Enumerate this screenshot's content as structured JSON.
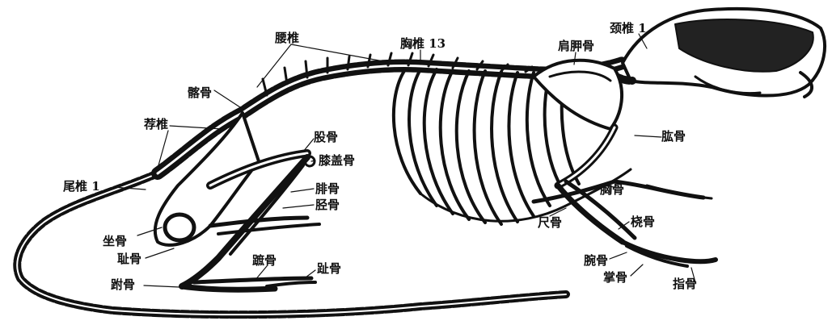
{
  "labels": {
    "lumbar": "腰椎",
    "thoracic13": "胸椎 13",
    "scapula": "肩胛骨",
    "cervical1": "颈椎 1",
    "ilium": "髂骨",
    "sacral": "荐椎",
    "femur": "股骨",
    "patella": "膝盖骨",
    "caudal1": "尾椎 1",
    "fibula": "腓骨",
    "tibia": "胫骨",
    "ischium": "坐骨",
    "pubis": "耻骨",
    "tarsal": "跗骨",
    "metatarsal": "蹠骨",
    "phalanges_hind": "趾骨",
    "humerus": "肱骨",
    "sternum": "胸骨",
    "ulna": "尺骨",
    "radius": "桡骨",
    "carpal": "腕骨",
    "metacarpal": "掌骨",
    "phalanges_fore": "指骨"
  }
}
